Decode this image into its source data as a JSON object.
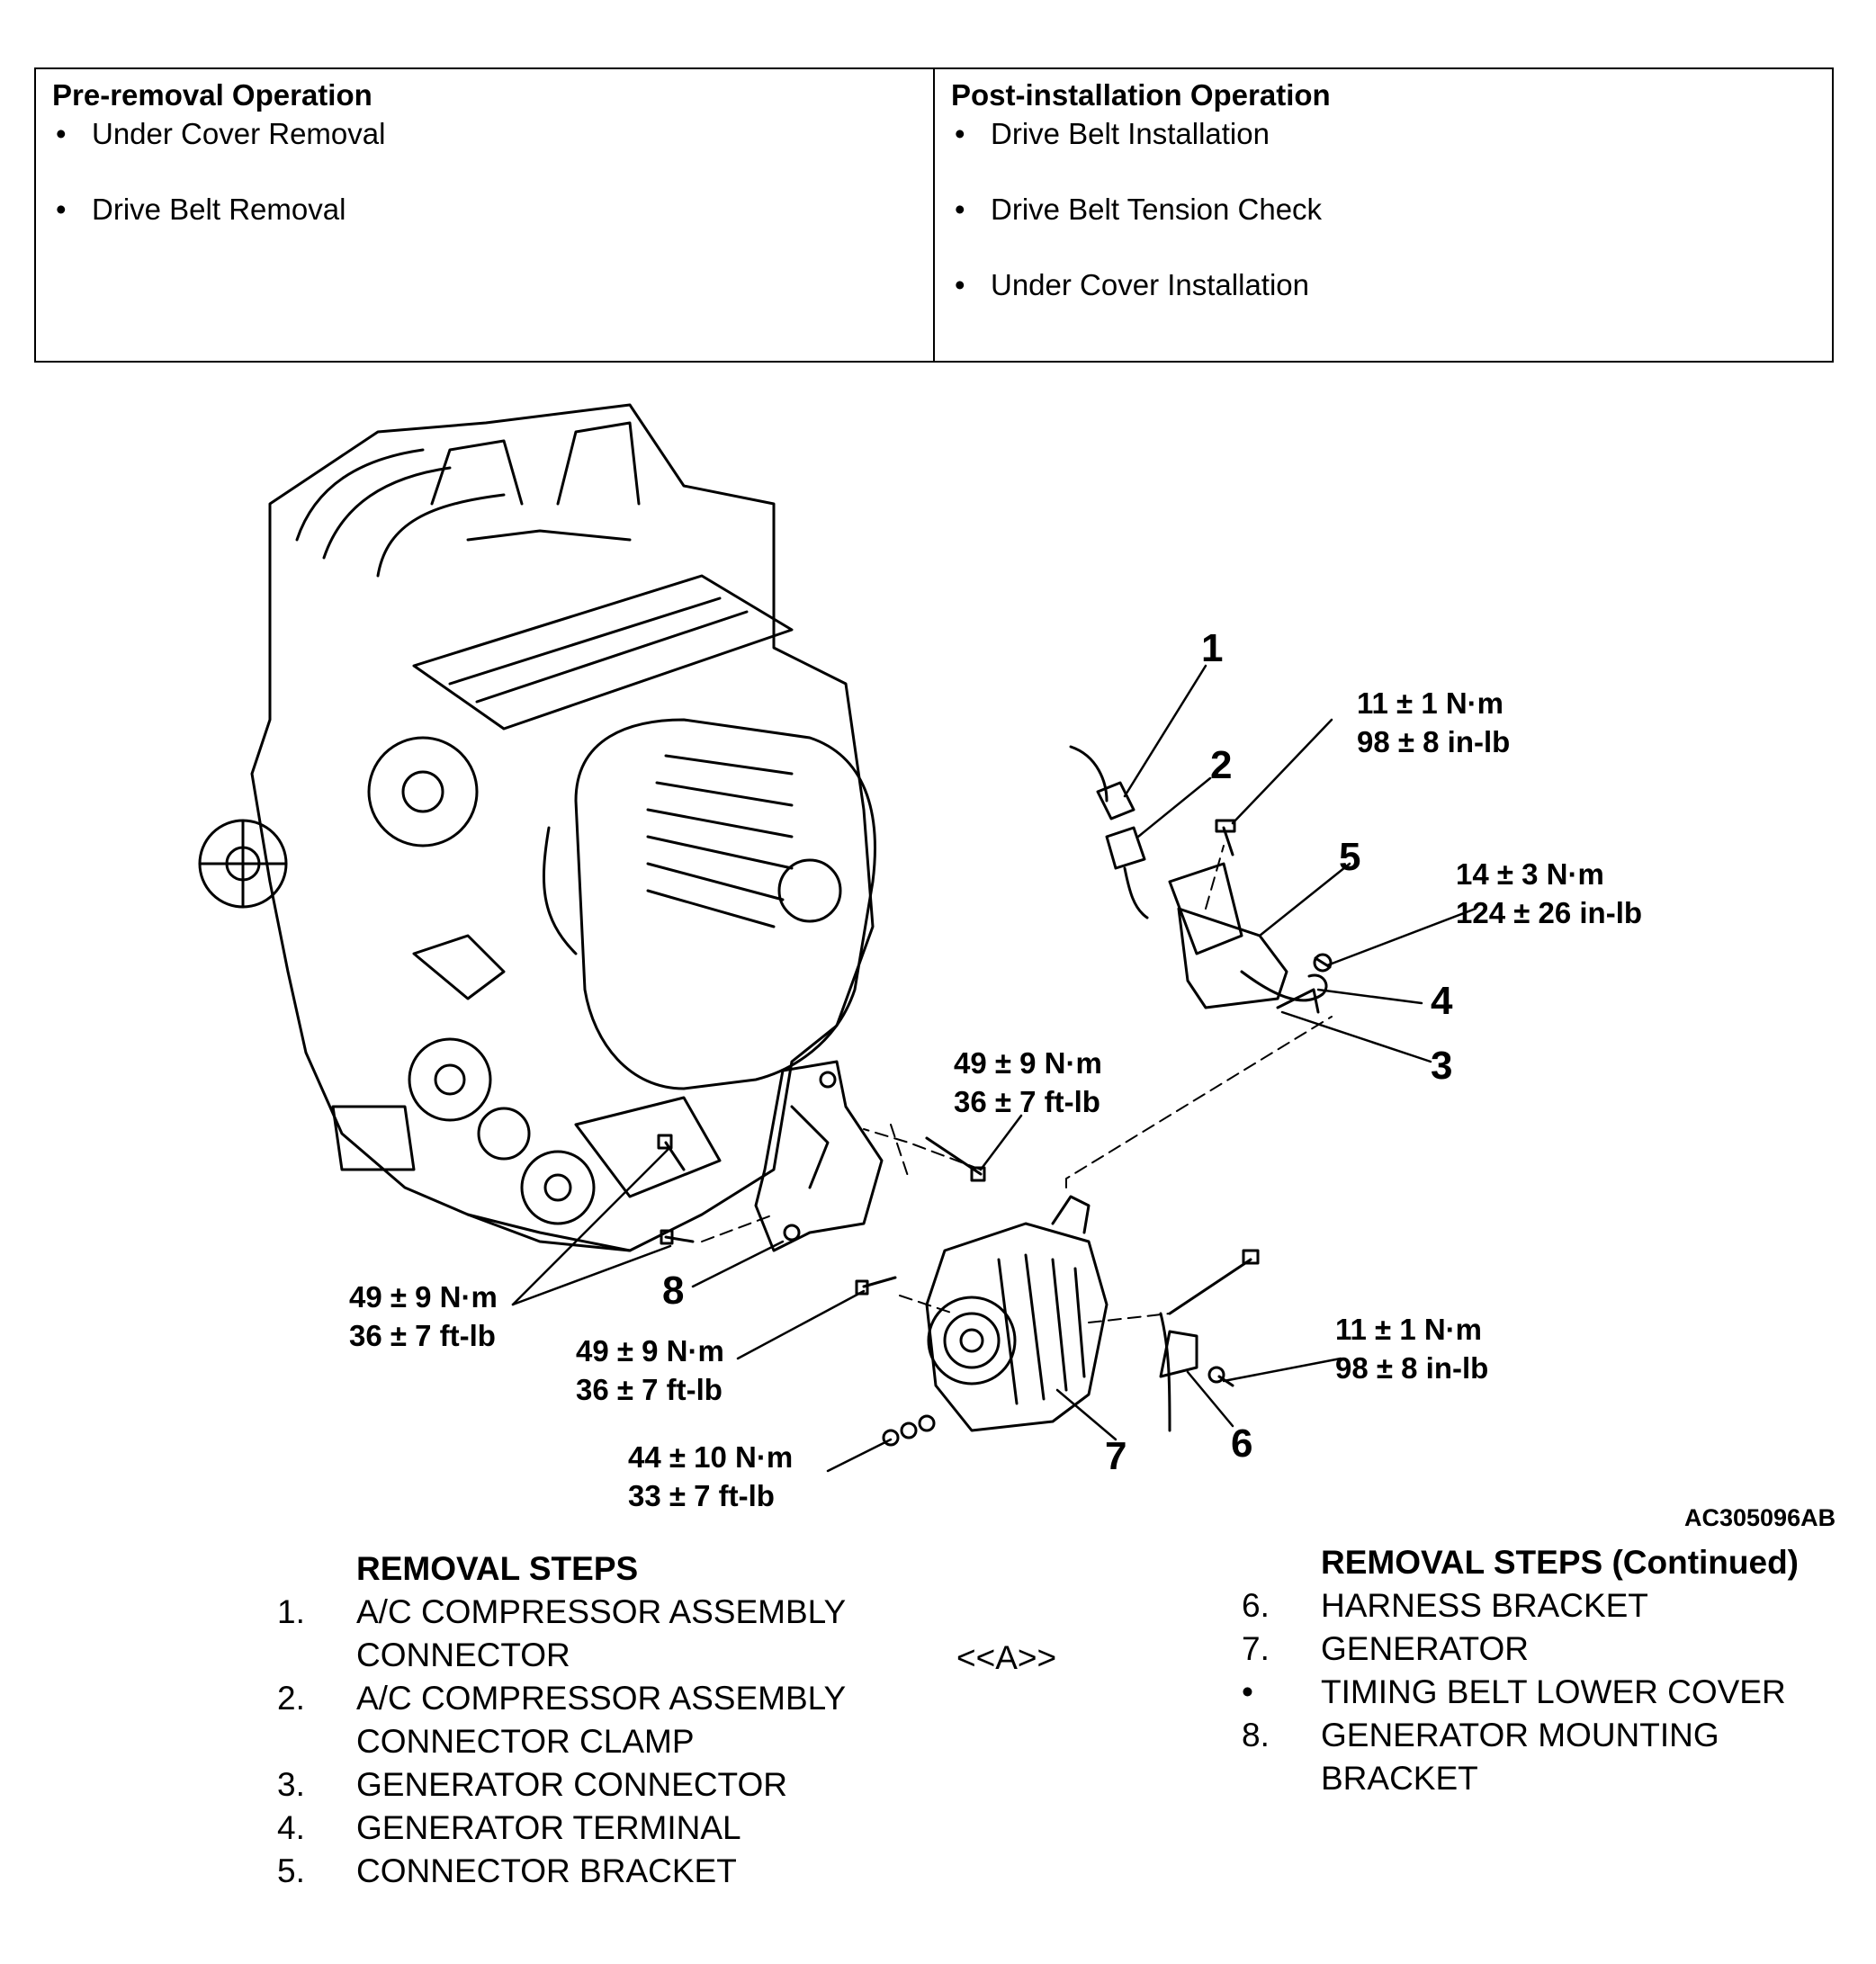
{
  "operations": {
    "pre_removal": {
      "title": "Pre-removal Operation",
      "items": [
        "Under Cover Removal",
        "Drive Belt Removal"
      ]
    },
    "post_installation": {
      "title": "Post-installation Operation",
      "items": [
        "Drive Belt Installation",
        "Drive Belt Tension Check",
        "Under Cover Installation"
      ]
    }
  },
  "diagram": {
    "callouts": [
      "1",
      "2",
      "3",
      "4",
      "5",
      "6",
      "7",
      "8"
    ],
    "torque_specs": {
      "t_harness_bolt_top": {
        "nm": "11 ± 1 N·m",
        "imp": "98 ± 8 in-lb"
      },
      "t_terminal_nut": {
        "nm": "14 ± 3 N·m",
        "imp": "124 ± 26 in-lb"
      },
      "t_bracket_bolt": {
        "nm": "49 ± 9 N·m",
        "imp": "36 ± 7 ft-lb"
      },
      "t_mount_bolts_left": {
        "nm": "49 ± 9 N·m",
        "imp": "36 ± 7 ft-lb"
      },
      "t_generator_bolt": {
        "nm": "49 ± 9 N·m",
        "imp": "36 ± 7 ft-lb"
      },
      "t_generator_nut": {
        "nm": "44 ± 10 N·m",
        "imp": "33 ± 7 ft-lb"
      },
      "t_harness_bolt_bottom": {
        "nm": "11 ± 1 N·m",
        "imp": "98 ± 8 in-lb"
      }
    },
    "figure_id": "AC305096AB"
  },
  "removal_steps": {
    "title": "REMOVAL STEPS",
    "steps": [
      {
        "num": "1.",
        "text": "A/C COMPRESSOR ASSEMBLY CONNECTOR"
      },
      {
        "num": "2.",
        "text": "A/C COMPRESSOR ASSEMBLY CONNECTOR CLAMP"
      },
      {
        "num": "3.",
        "text": "GENERATOR CONNECTOR"
      },
      {
        "num": "4.",
        "text": "GENERATOR TERMINAL"
      },
      {
        "num": "5.",
        "text": "CONNECTOR BRACKET"
      }
    ]
  },
  "removal_steps_continued": {
    "title": "REMOVAL STEPS (Continued)",
    "reference_mark": "<<A>>",
    "steps": [
      {
        "num": "6.",
        "text": "HARNESS BRACKET"
      },
      {
        "num": "7.",
        "text": "GENERATOR"
      },
      {
        "num": "•",
        "text": "TIMING BELT LOWER COVER"
      },
      {
        "num": "8.",
        "text": "GENERATOR MOUNTING BRACKET"
      }
    ]
  }
}
